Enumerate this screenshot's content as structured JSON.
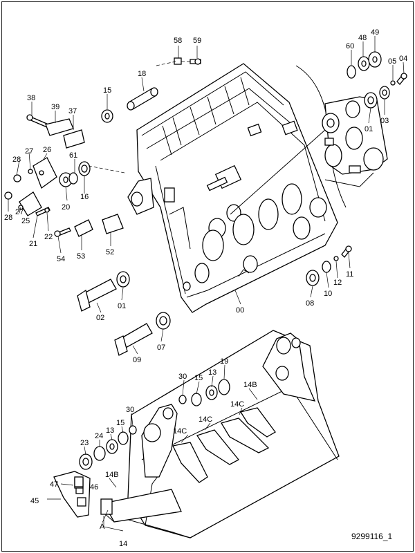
{
  "drawing": {
    "ref_number": "9299116_1",
    "view_marker": "A"
  },
  "labels": {
    "p00": "00",
    "p01a": "01",
    "p01b": "01",
    "p02": "02",
    "p03": "03",
    "p04": "04",
    "p05": "05",
    "p07": "07",
    "p08": "08",
    "p09": "09",
    "p10": "10",
    "p11": "11",
    "p12": "12",
    "p13a": "13",
    "p13b": "13",
    "p14": "14",
    "p14B1": "14B",
    "p14B2": "14B",
    "p14C1": "14C",
    "p14C2": "14C",
    "p14C3": "14C",
    "p15a": "15",
    "p15b": "15",
    "p15c": "15",
    "p16": "16",
    "p18": "18",
    "p19": "19",
    "p20": "20",
    "p21": "21",
    "p22": "22",
    "p23": "23",
    "p24": "24",
    "p25": "25",
    "p26": "26",
    "p27a": "27",
    "p27b": "27",
    "p28a": "28",
    "p28b": "28",
    "p30a": "30",
    "p30b": "30",
    "p37": "37",
    "p38": "38",
    "p39": "39",
    "p45": "45",
    "p46": "46",
    "p47": "47",
    "p48": "48",
    "p49": "49",
    "p52": "52",
    "p53": "53",
    "p54": "54",
    "p58": "58",
    "p59": "59",
    "p60": "60",
    "p61": "61"
  }
}
